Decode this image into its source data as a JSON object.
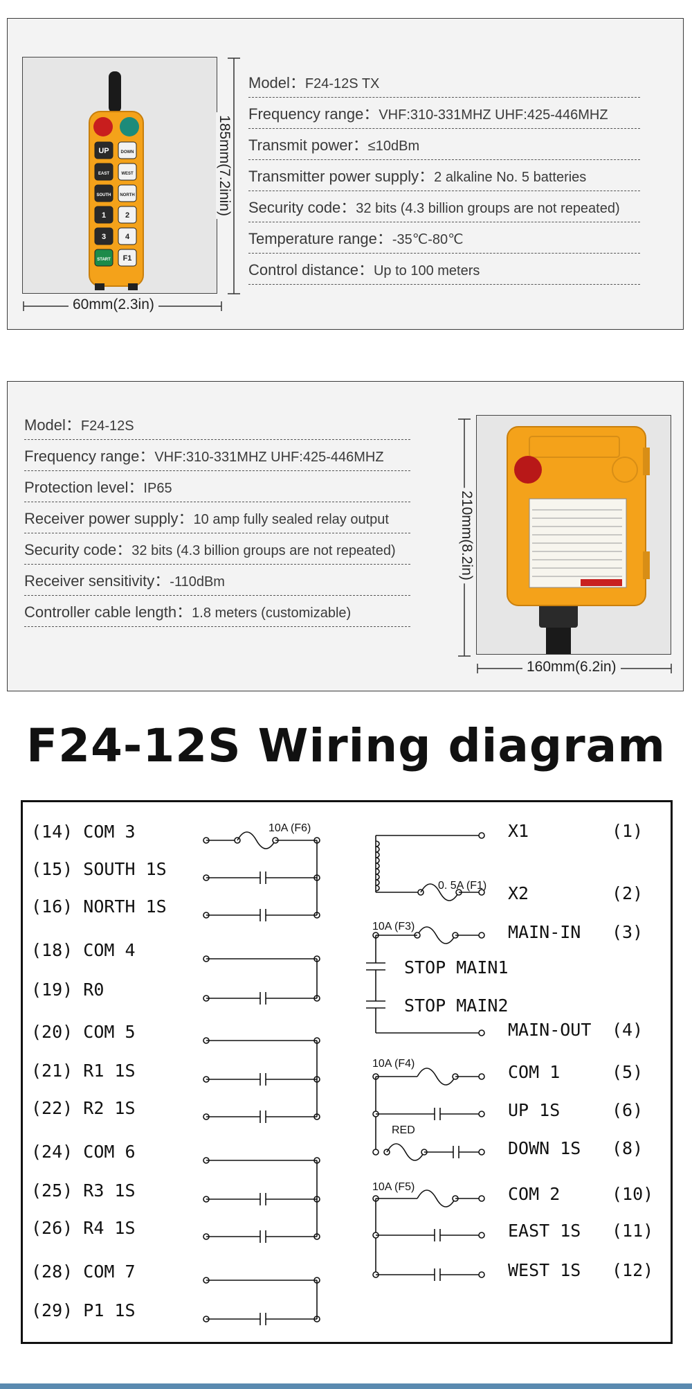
{
  "transmitter": {
    "specs": [
      {
        "label": "Model：",
        "value": "F24-12S TX"
      },
      {
        "label": "Frequency range：",
        "value": "VHF:310-331MHZ UHF:425-446MHZ"
      },
      {
        "label": "Transmit power：",
        "value": "≤10dBm"
      },
      {
        "label": "Transmitter power supply：",
        "value": "2 alkaline No. 5 batteries"
      },
      {
        "label": "Security code：",
        "value": "32 bits (4.3 billion groups are not repeated)"
      },
      {
        "label": "Temperature range：",
        "value": "-35℃-80℃"
      },
      {
        "label": "Control distance：",
        "value": "Up to 100 meters"
      }
    ],
    "height_dim": "185mm(7.2inin)",
    "width_dim": "60mm(2.3in)",
    "buttons": [
      "UP",
      "DOWN",
      "EAST",
      "WEST",
      "SOUTH",
      "NORTH",
      "1",
      "2",
      "3",
      "4",
      "START",
      "F1"
    ]
  },
  "receiver": {
    "specs": [
      {
        "label": "Model：",
        "value": "F24-12S"
      },
      {
        "label": "Frequency range：",
        "value": "VHF:310-331MHZ UHF:425-446MHZ"
      },
      {
        "label": "Protection level：",
        "value": "IP65"
      },
      {
        "label": "Receiver power supply：",
        "value": "10 amp fully sealed relay output"
      },
      {
        "label": "Security code：",
        "value": "32 bits (4.3 billion groups are not repeated)"
      },
      {
        "label": "Receiver sensitivity：",
        "value": "-110dBm"
      },
      {
        "label": "Controller cable length：",
        "value": "1.8 meters (customizable)"
      }
    ],
    "height_dim": "210mm(8.2in)",
    "width_dim": "160mm(6.2in)"
  },
  "wiring": {
    "title": "F24-12S Wiring diagram",
    "left": [
      {
        "num": "(14)",
        "name": "COM 3"
      },
      {
        "num": "(15)",
        "name": "SOUTH 1S"
      },
      {
        "num": "(16)",
        "name": "NORTH 1S"
      },
      {
        "num": "(18)",
        "name": "COM 4"
      },
      {
        "num": "(19)",
        "name": "R0"
      },
      {
        "num": "(20)",
        "name": "COM 5"
      },
      {
        "num": "(21)",
        "name": "R1 1S"
      },
      {
        "num": "(22)",
        "name": "R2 1S"
      },
      {
        "num": "(24)",
        "name": "COM 6"
      },
      {
        "num": "(25)",
        "name": "R3 1S"
      },
      {
        "num": "(26)",
        "name": "R4 1S"
      },
      {
        "num": "(28)",
        "name": "COM 7"
      },
      {
        "num": "(29)",
        "name": "P1 1S"
      }
    ],
    "right": [
      {
        "name": "X1",
        "num": "(1)"
      },
      {
        "name": "X2",
        "num": "(2)"
      },
      {
        "name": "MAIN-IN",
        "num": "(3)"
      },
      {
        "name": "MAIN-OUT",
        "num": "(4)"
      },
      {
        "name": "COM 1",
        "num": "(5)"
      },
      {
        "name": "UP 1S",
        "num": "(6)"
      },
      {
        "name": "DOWN 1S",
        "num": "(8)"
      },
      {
        "name": "COM 2",
        "num": "(10)"
      },
      {
        "name": "EAST 1S",
        "num": "(11)"
      },
      {
        "name": "WEST 1S",
        "num": "(12)"
      }
    ],
    "stop_main1": "STOP MAIN1",
    "stop_main2": "STOP MAIN2",
    "fuse_f6": "10A (F6)",
    "fuse_f1": "0. 5A (F1)",
    "fuse_f3": "10A (F3)",
    "fuse_f4": "10A (F4)",
    "fuse_f5": "10A (F5)",
    "red_label": "RED"
  }
}
